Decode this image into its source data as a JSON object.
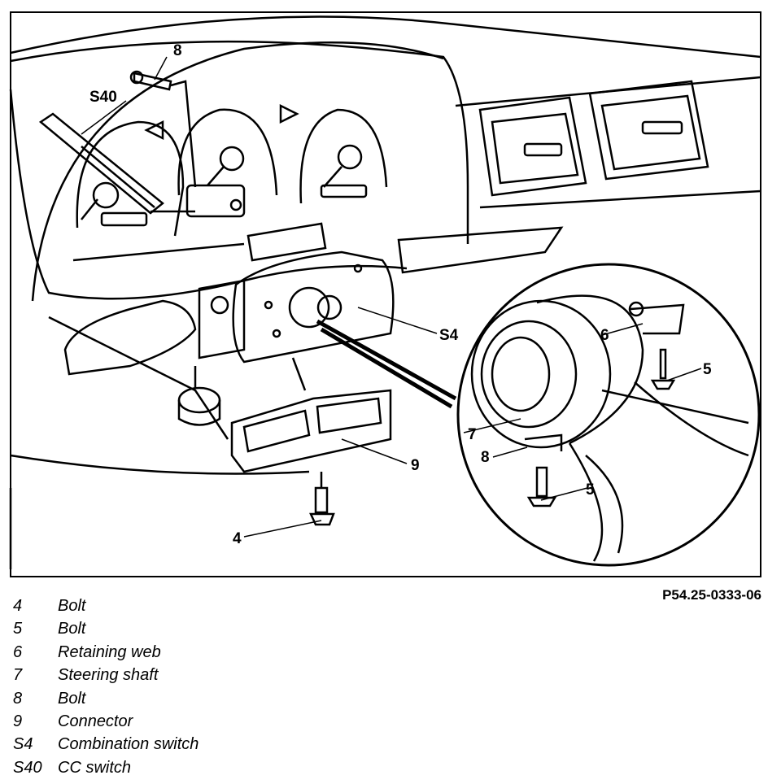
{
  "figure": {
    "reference_code": "P54.25-0333-06",
    "callouts": {
      "bolt_8": "8",
      "cc_switch": "S40",
      "combination_switch": "S4",
      "connector": "9",
      "bolt_4": "4",
      "retaining_web_6": "6",
      "bolt_5_upper": "5",
      "steering_shaft": "7",
      "bolt_8_detail": "8",
      "bolt_5_lower": "5"
    }
  },
  "legend": [
    {
      "num": "4",
      "label": "Bolt"
    },
    {
      "num": "5",
      "label": "Bolt"
    },
    {
      "num": "6",
      "label": "Retaining web"
    },
    {
      "num": "7",
      "label": "Steering shaft"
    },
    {
      "num": "8",
      "label": "Bolt"
    },
    {
      "num": "9",
      "label": "Connector"
    },
    {
      "num": "S4",
      "label": "Combination switch"
    },
    {
      "num": "S40",
      "label": "CC switch"
    }
  ]
}
